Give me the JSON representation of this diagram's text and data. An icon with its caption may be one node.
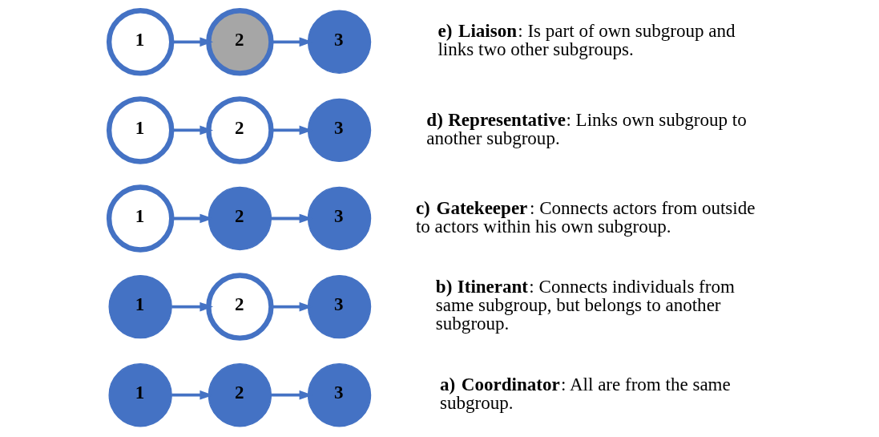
{
  "diagram": {
    "nodes": [
      {
        "text": [
          "1"
        ]
      },
      {
        "text": [
          "2"
        ]
      },
      {
        "text": [
          "3"
        ]
      },
      {
        "text": [
          "1"
        ]
      },
      {
        "text": [
          "2"
        ]
      },
      {
        "text": [
          "3"
        ]
      },
      {
        "text": [
          "1"
        ]
      },
      {
        "text": [
          "2"
        ]
      },
      {
        "text": [
          "3"
        ]
      },
      {
        "text": [
          "1"
        ]
      },
      {
        "text": [
          "2"
        ]
      },
      {
        "text": [
          "3"
        ]
      },
      {
        "text": [
          "1"
        ]
      },
      {
        "text": [
          "2"
        ]
      },
      {
        "text": [
          "3"
        ]
      }
    ],
    "edges": [
      {
        "from": 0,
        "to": 1,
        "arrow": "to"
      },
      {
        "from": 1,
        "to": 2,
        "arrow": "to"
      },
      {
        "from": 3,
        "to": 4,
        "arrow": "to"
      },
      {
        "from": 4,
        "to": 5,
        "arrow": "to"
      },
      {
        "from": 6,
        "to": 7,
        "arrow": "to"
      },
      {
        "from": 7,
        "to": 8,
        "arrow": "to"
      },
      {
        "from": 9,
        "to": 10,
        "arrow": "to"
      },
      {
        "from": 10,
        "to": 11,
        "arrow": "to"
      },
      {
        "from": 12,
        "to": 13,
        "arrow": "to"
      },
      {
        "from": 13,
        "to": 14,
        "arrow": "to"
      }
    ],
    "labels": [
      "**a) Coordinator**: All are from the same subgroup.",
      "**b) Itinerant**: Connects individuals from same subgroup, but belongs to another subgroup.",
      "**c) Gatekeeper**: Connects actors from outside to actors within his own subgroup.",
      "**d) Representative**: Links own subgroup to another subgroup.",
      "**e) Liaison**: Is part of own subgroup and links two other subgroups."
    ]
  }
}
